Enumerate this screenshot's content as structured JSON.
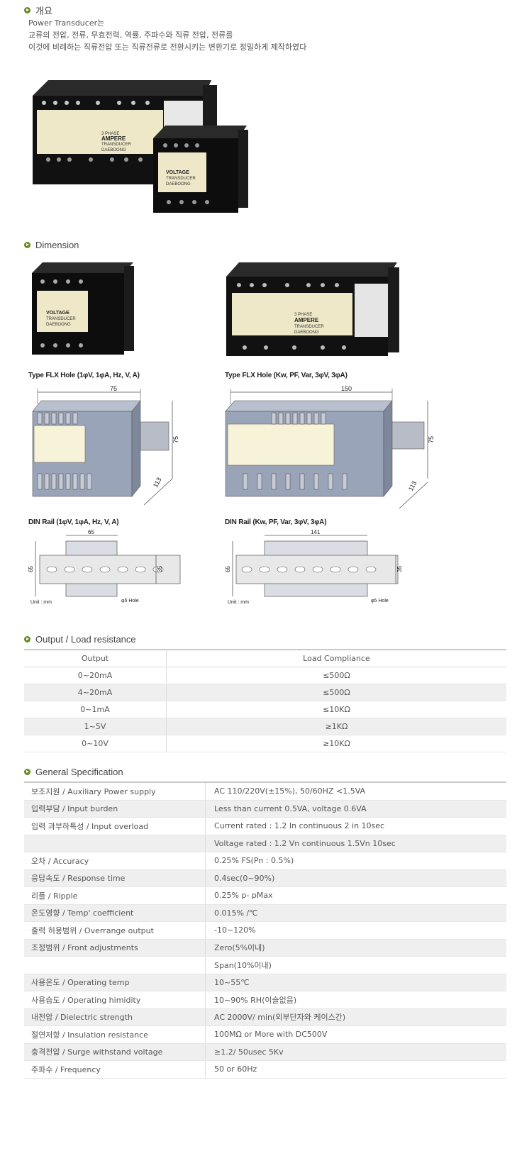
{
  "overview": {
    "title": "개요",
    "lines": [
      "Power Transducer는",
      "교류의 전압, 전류, 무효전력, 역률, 주파수와 직류 전압, 전류를",
      "이것에 비례하는 직류전압 또는 직류전류로 전환시키는 변환기로 정밀하게 제작하였다"
    ],
    "photo_labels": {
      "big_1": "3 PHASE",
      "big_2": "AMPERE",
      "big_3": "TRANSDUCER",
      "big_4": "DAEBOONG",
      "small_1": "VOLTAGE",
      "small_2": "TRANSDUCER",
      "small_3": "DAEBOONG"
    }
  },
  "dimension": {
    "title": "Dimension",
    "caption_left_type": "Type FLX Hole (1φV, 1φA, Hz, V, A)",
    "caption_right_type": "Type FLX Hole (Kw, PF, Var, 3φV, 3φA)",
    "caption_left_din": "DIN Rail (1φV, 1φA, Hz, V, A)",
    "caption_right_din": "DIN Rail (Kw, PF, Var, 3φV, 3φA)",
    "left_dims": {
      "width": "75",
      "height": "75",
      "depth": "113"
    },
    "right_dims": {
      "width": "150",
      "height": "75",
      "depth": "113"
    },
    "left_din": {
      "width": "65",
      "height": "65",
      "rail": "35",
      "hole": "φ5 Hole",
      "unit": "Unit : mm"
    },
    "right_din": {
      "width": "141",
      "height": "65",
      "rail": "35",
      "hole": "φ5 Hole",
      "unit": "Unit : mm"
    }
  },
  "output": {
    "title": "Output / Load resistance",
    "headers": [
      "Output",
      "Load Compliance"
    ],
    "rows": [
      [
        "0~20mA",
        "≤500Ω"
      ],
      [
        "4~20mA",
        "≤500Ω"
      ],
      [
        "0~1mA",
        "≤10KΩ"
      ],
      [
        "1~5V",
        "≥1KΩ"
      ],
      [
        "0~10V",
        "≥10KΩ"
      ]
    ]
  },
  "spec": {
    "title": "General Specification",
    "rows": [
      [
        "보조지원 / Auxiliary Power supply",
        "AC 110/220V(±15%), 50/60HZ  <1.5VA"
      ],
      [
        "입력부담 / Input burden",
        "Less than current 0.5VA, voltage 0.6VA"
      ],
      [
        "입력 과부하특성 / Input overload",
        "Current rated : 1.2 In continuous 2 in 10sec"
      ],
      [
        "",
        "Voltage rated : 1.2 Vn continuous 1.5Vn 10sec"
      ],
      [
        "오차 / Accuracy",
        "0.25% FS(Pn : 0.5%)"
      ],
      [
        "응답속도 / Response time",
        "0.4sec(0~90%)"
      ],
      [
        "리플 / Ripple",
        "0.25% p- pMax"
      ],
      [
        "온도영향 / Temp' coefficient",
        "0.015% /℃"
      ],
      [
        "출력 허용범위 / Overrange output",
        "-10~120%"
      ],
      [
        "조정범위 / Front adjustments",
        "Zero(5%이내)"
      ],
      [
        "",
        "Span(10%이내)"
      ],
      [
        "사용온도 / Operating temp",
        "10~55℃"
      ],
      [
        "사용습도 / Operating himidity",
        "10~90% RH(이슬없음)"
      ],
      [
        "내전압 / Dielectric strength",
        "AC 2000V/ min(외부단자와 케이스간)"
      ],
      [
        "절연저항 / Insulation resistance",
        "100MΩ or More with DC500V"
      ],
      [
        "충격전압 / Surge withstand voltage",
        "≥1.2/ 50usec 5Kv"
      ],
      [
        "주파수 / Frequency",
        "50 or 60Hz"
      ]
    ]
  }
}
